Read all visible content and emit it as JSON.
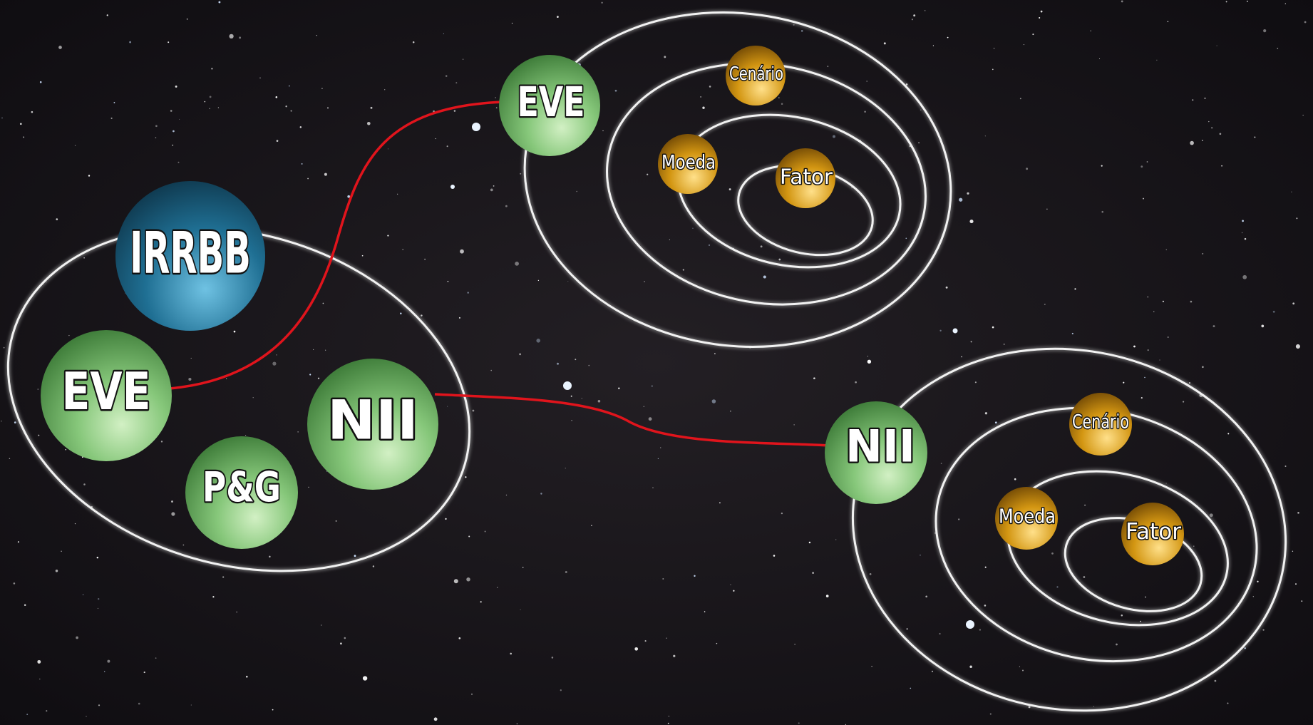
{
  "colors": {
    "background": "#141215",
    "ring": "#f2f2f2",
    "connector": "#e0141c",
    "irrbb": "#1f6f93",
    "measure": "#6fb463",
    "component": "#c98a12"
  },
  "nodes": {
    "irrbb": "IRRBB",
    "eve": "EVE",
    "pg": "P&G",
    "nii": "NII"
  },
  "eve_system": {
    "title": "EVE",
    "cenario": "Cenário",
    "moeda": "Moeda",
    "fator": "Fator"
  },
  "nii_system": {
    "title": "NII",
    "cenario": "Cenário",
    "moeda": "Moeda",
    "fator": "Fator"
  }
}
